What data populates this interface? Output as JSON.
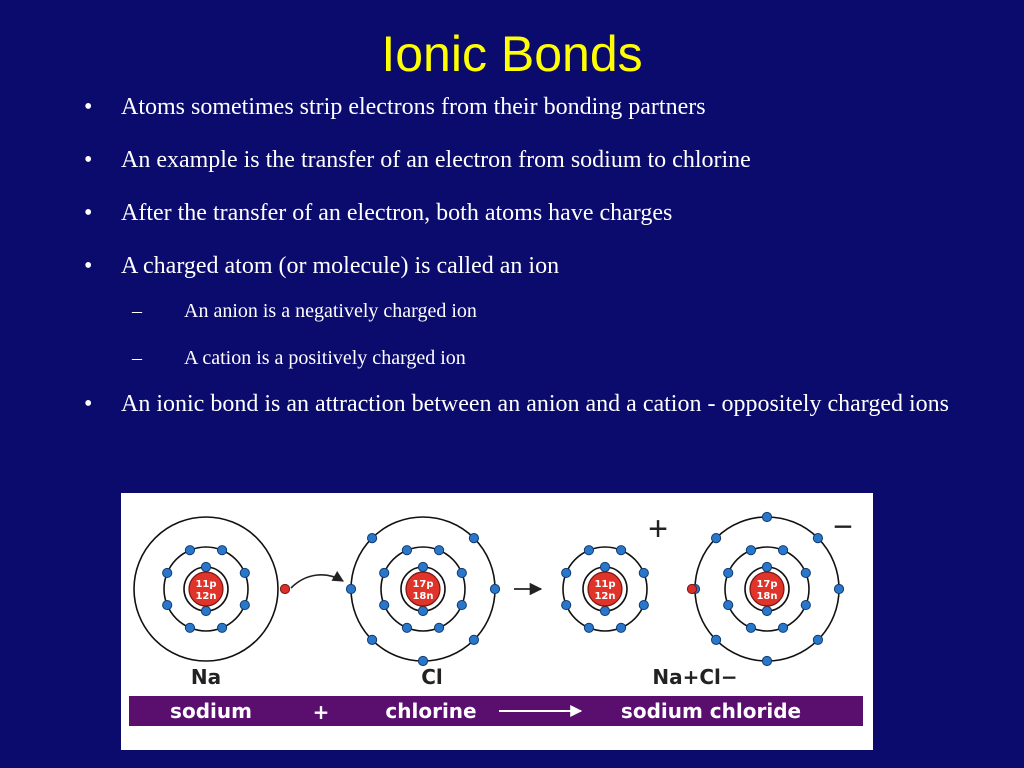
{
  "slide": {
    "title": "Ionic Bonds",
    "bullets": [
      "Atoms sometimes strip electrons from their bonding partners",
      "An example is the transfer of an electron from sodium to chlorine",
      "After the transfer of an electron, both atoms have charges",
      "A charged atom (or molecule) is called an ion"
    ],
    "sub_bullets": [
      "An anion is a negatively charged ion",
      "A cation is a positively charged ion"
    ],
    "last_bullet": "An ionic bond is an attraction between an anion and a cation - oppositely charged ions",
    "bullet_glyph": "•",
    "dash_glyph": "–"
  },
  "figure": {
    "atoms": [
      {
        "label": "Na",
        "protons": "11p",
        "neutrons": "12n"
      },
      {
        "label": "Cl",
        "protons": "17p",
        "neutrons": "18n"
      },
      {
        "label": "",
        "protons": "11p",
        "neutrons": "12n"
      },
      {
        "label": "",
        "protons": "17p",
        "neutrons": "18n"
      }
    ],
    "ion_label": "Na+Cl−",
    "plus_sign": "+",
    "minus_sign": "−",
    "equation": {
      "left": "sodium",
      "operator": "+",
      "middle": "chlorine",
      "right": "sodium chloride"
    },
    "colors": {
      "electron": "#2a77c9",
      "transferred_electron": "#d9302c",
      "nucleus": "#e0342b",
      "banner": "#5a0f6e"
    }
  }
}
